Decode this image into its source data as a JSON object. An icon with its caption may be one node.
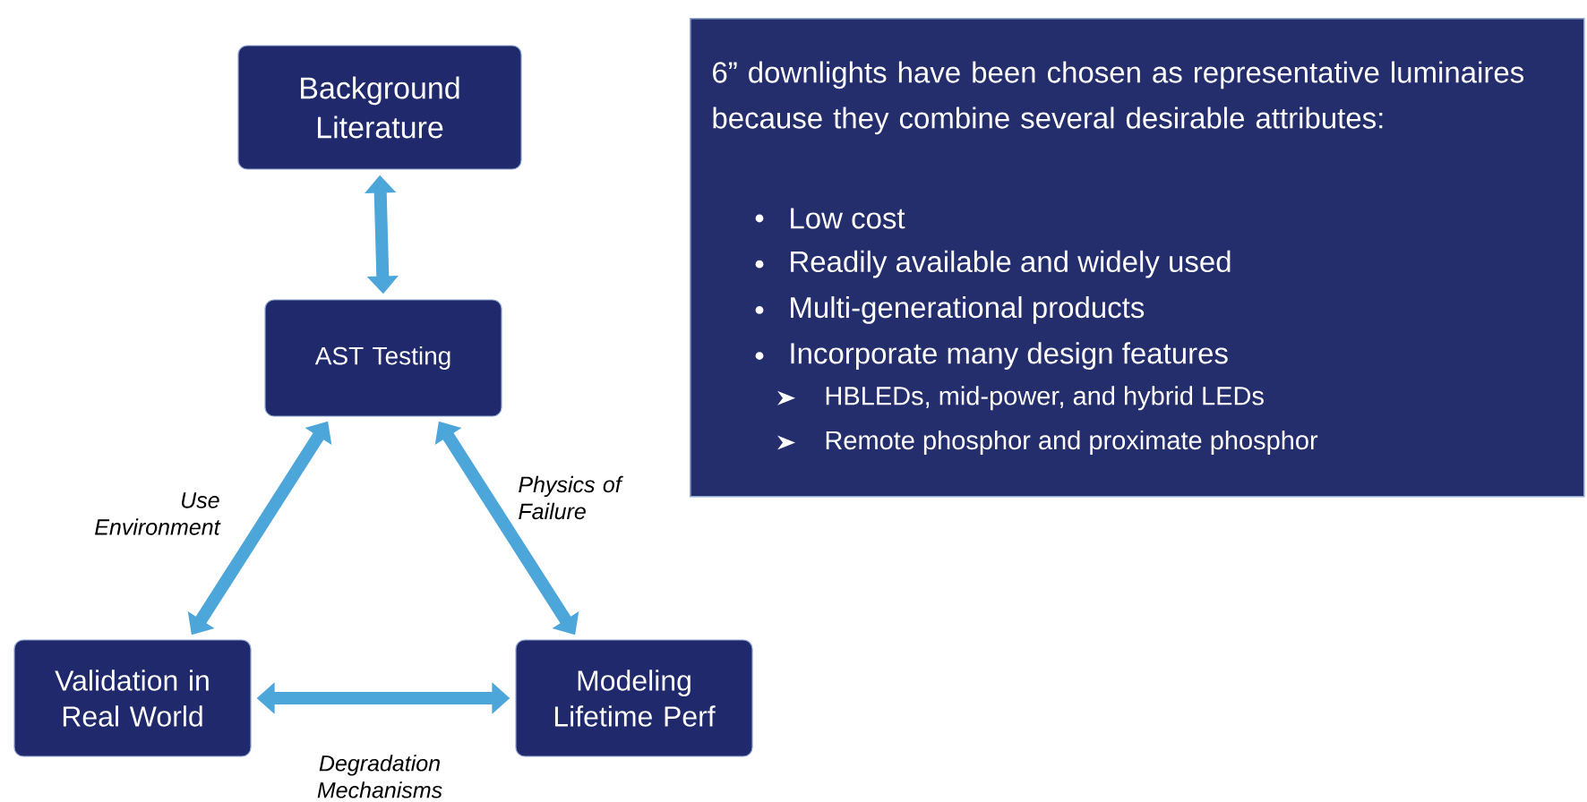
{
  "diagram": {
    "nodes": [
      {
        "text": [
          "Background Literature"
        ]
      },
      {
        "text": [
          "AST Testing"
        ]
      },
      {
        "text": [
          "Validation in Real World"
        ]
      },
      {
        "text": [
          "Modeling Lifetime Perf"
        ]
      },
      {
        "text": [
          "6” downlights have been chosen as representative luminaires because they combine several desirable attributes:",
          "Low cost",
          "Readily available and widely used",
          "Multi-generational products",
          "Incorporate many design features",
          "HBLEDs, mid-power, and hybrid LEDs",
          "Remote phosphor and proximate phosphor"
        ]
      }
    ],
    "edges": [
      {
        "from": 0,
        "to": 1,
        "arrow": "both"
      },
      {
        "from": 1,
        "to": 2,
        "arrow": "both",
        "label": "Use Environment"
      },
      {
        "from": 1,
        "to": 3,
        "arrow": "both",
        "label": "Physics of Failure"
      },
      {
        "from": 2,
        "to": 3,
        "arrow": "both",
        "label": "Degradation Mechanisms"
      }
    ]
  }
}
